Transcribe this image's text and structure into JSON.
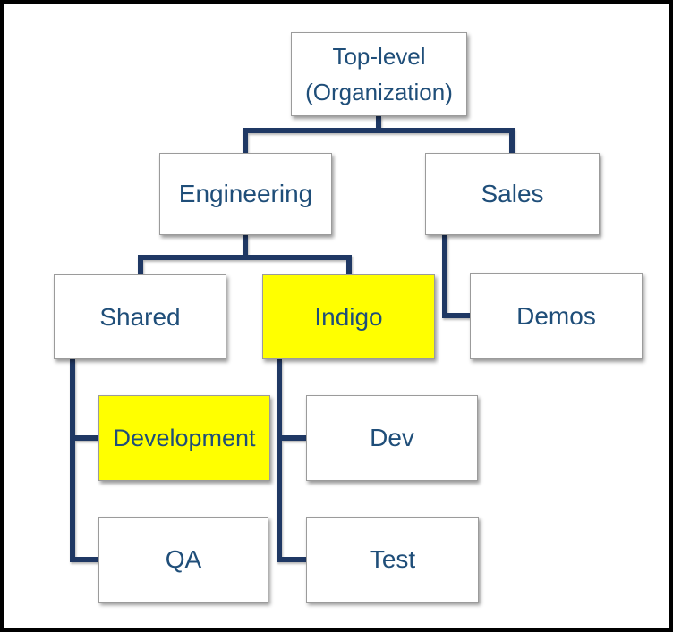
{
  "diagram": {
    "type": "org-chart",
    "nodes": [
      {
        "id": "top-level",
        "label": "Top-level (Organization)",
        "line1": "Top-level",
        "line2": "(Organization)",
        "highlighted": false
      },
      {
        "id": "engineering",
        "label": "Engineering",
        "highlighted": false
      },
      {
        "id": "sales",
        "label": "Sales",
        "highlighted": false
      },
      {
        "id": "shared",
        "label": "Shared",
        "highlighted": false
      },
      {
        "id": "indigo",
        "label": "Indigo",
        "highlighted": true
      },
      {
        "id": "demos",
        "label": "Demos",
        "highlighted": false
      },
      {
        "id": "development",
        "label": "Development",
        "highlighted": true
      },
      {
        "id": "dev",
        "label": "Dev",
        "highlighted": false
      },
      {
        "id": "qa",
        "label": "QA",
        "highlighted": false
      },
      {
        "id": "test",
        "label": "Test",
        "highlighted": false
      }
    ],
    "edges": [
      {
        "from": "Top-level (Organization)",
        "to": "Engineering"
      },
      {
        "from": "Top-level (Organization)",
        "to": "Sales"
      },
      {
        "from": "Engineering",
        "to": "Shared"
      },
      {
        "from": "Engineering",
        "to": "Indigo"
      },
      {
        "from": "Sales",
        "to": "Demos"
      },
      {
        "from": "Shared",
        "to": "Development"
      },
      {
        "from": "Shared",
        "to": "QA"
      },
      {
        "from": "Indigo",
        "to": "Dev"
      },
      {
        "from": "Indigo",
        "to": "Test"
      }
    ],
    "colors": {
      "connector": "#1f3864",
      "text": "#1f4e79",
      "highlight": "#ffff00",
      "box_fill": "#ffffff",
      "box_border": "#9b9b9b",
      "frame": "#000000"
    }
  }
}
